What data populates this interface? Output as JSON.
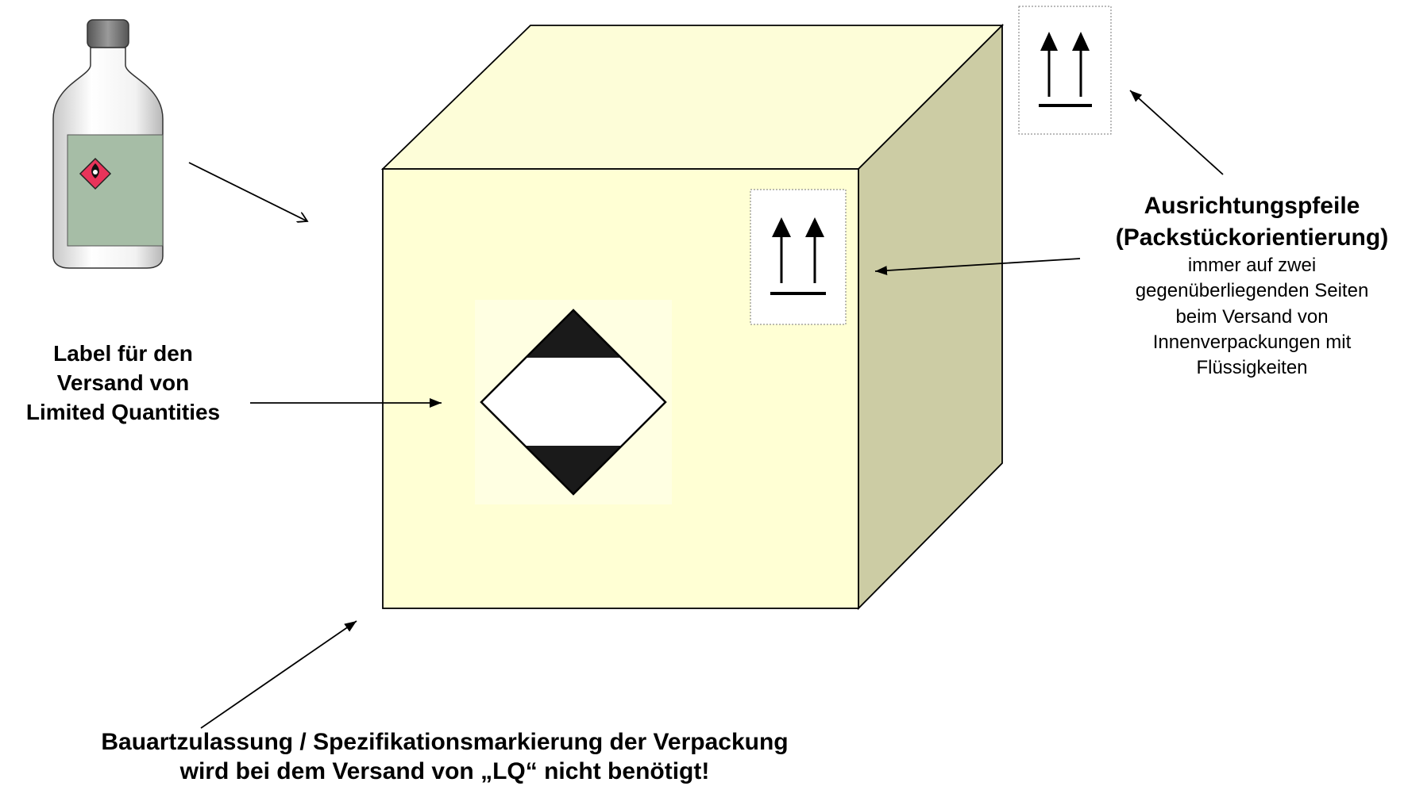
{
  "lq_label_annotation": {
    "lines": [
      "Label für den",
      "Versand von",
      "Limited Quantities"
    ]
  },
  "orientation_annotation": {
    "title": "Ausrichtungspfeile",
    "subtitle": "(Packstückorientierung)",
    "description_lines": [
      "immer auf zwei",
      "gegenüberliegenden Seiten",
      "beim Versand von",
      "Innenverpackungen mit",
      "Flüssigkeiten"
    ]
  },
  "approval_annotation": {
    "lines": [
      "Bauartzulassung / Spezifikationsmarkierung der Verpackung",
      "wird bei dem Versand von „LQ“ nicht benötigt!"
    ]
  },
  "colors": {
    "box_front": "#ffffd4",
    "box_top": "#fdfdd8",
    "box_side": "#cccca4",
    "bottle_label": "#a6bda6",
    "bottle_cap": "#777777",
    "hazard_diamond": "#e8345a",
    "lq_mark_dark": "#1a1a1a"
  },
  "icons": {
    "bottle": "bottle-icon",
    "hazard": "flammable-hazard-icon",
    "lq_mark": "limited-quantity-mark-icon",
    "orientation": "this-way-up-arrows-icon"
  }
}
